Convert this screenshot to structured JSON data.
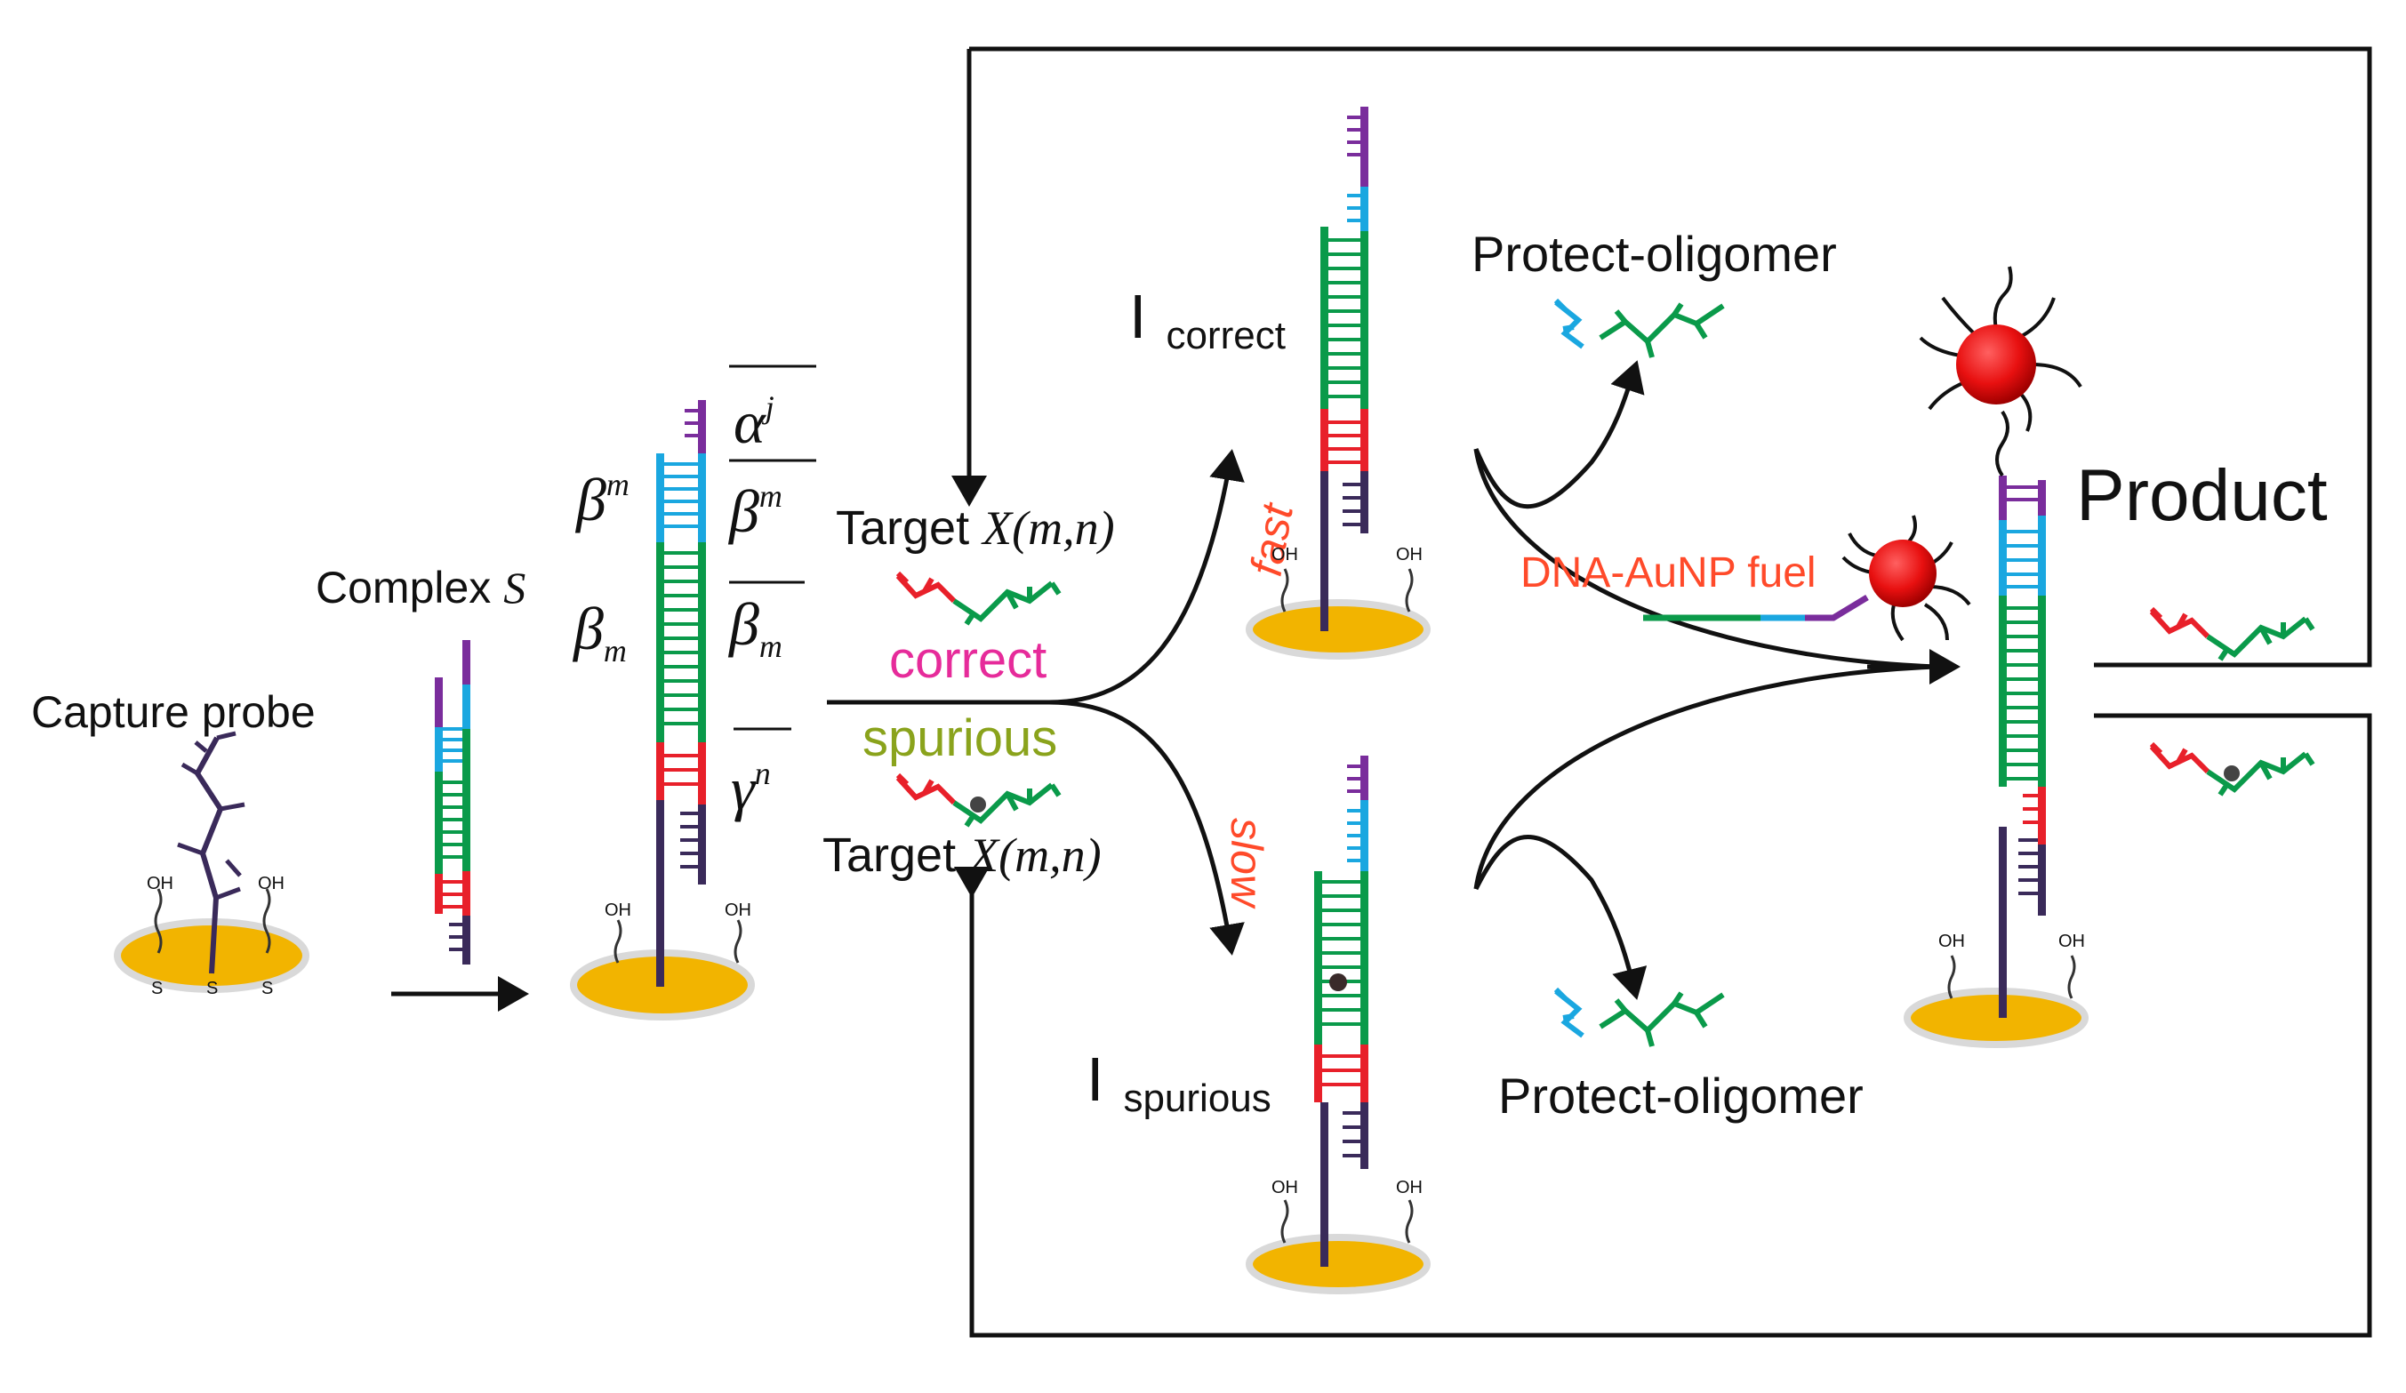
{
  "colors": {
    "purple": "#7a2d9c",
    "blue": "#1aa7e0",
    "green": "#0a9a4a",
    "red": "#e8202a",
    "stem": "#3a2a5a",
    "gold": "#f2b400",
    "gold_rim": "#d9d9d9",
    "magenta": "#e62b9a",
    "olive": "#8aa31c",
    "orange": "#ff4a2a",
    "np_red": "#e81010",
    "black": "#111111"
  },
  "labels": {
    "capture_probe": "Capture probe",
    "complex_s_text": "Complex ",
    "complex_s_var": "S",
    "beta_sup_m": "β",
    "sup_m": "m",
    "beta_sub_m": "β",
    "sub_m": "m",
    "alpha_bar": "α",
    "sup_j": "j",
    "beta_bar_sup": "β",
    "sup_m2": "m",
    "beta_bar_sub": "β",
    "sub_m2": "m",
    "gamma_bar": "γ",
    "sup_n": "n",
    "target_top_text": "Target ",
    "target_top_var": "X",
    "target_top_args": "(m,n)",
    "correct": "correct",
    "spurious": "spurious",
    "target_bottom_text": "Target ",
    "target_bottom_var": "X",
    "target_bottom_args": "(m,n)",
    "fast": "fast",
    "slow": "slow",
    "i_correct_main": "I",
    "i_correct_sub": "correct",
    "i_spurious_main": "I",
    "i_spurious_sub": "spurious",
    "protect_oligomer_top": "Protect-oligomer",
    "protect_oligomer_bottom": "Protect-oligomer",
    "dna_aunp_fuel": "DNA-AuNP fuel",
    "product": "Product",
    "oh": "OH",
    "s": "S"
  }
}
